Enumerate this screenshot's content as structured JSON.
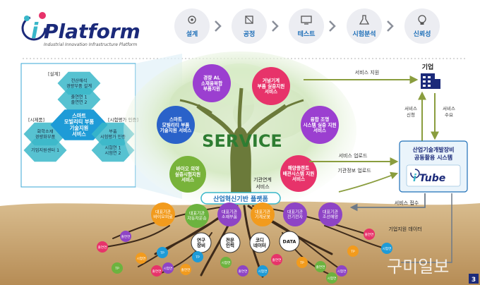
{
  "logo": {
    "brand": "Platform",
    "letter": "i",
    "subtitle": "Industrial Innovation Infrastructure Platform"
  },
  "process_steps": [
    "설계",
    "공정",
    "테스트",
    "시험분석",
    "신뢰성"
  ],
  "left_panel": {
    "tags": {
      "design": "[설계]",
      "material": "[시제품]",
      "test": "[시험평가 인증]"
    },
    "hexes": [
      {
        "lines": [
          "전산해석",
          "경량부품 설계"
        ]
      },
      {
        "lines": [
          "출연연 1",
          "출연연 2"
        ]
      },
      {
        "lines": [
          "화학소재",
          "경량화부품"
        ]
      },
      {
        "lines": [
          "스마트",
          "모빌리티 부품",
          "기술지원",
          "서비스"
        ]
      },
      {
        "lines": [
          "부품",
          "시험평가 인증"
        ]
      },
      {
        "lines": [
          "기업지원센터 1"
        ]
      },
      {
        "lines": [
          "시험연 1",
          "시험연 2"
        ]
      }
    ]
  },
  "service_circles": [
    {
      "lines": [
        "경량 AL",
        "소재융복합",
        "부품지원"
      ]
    },
    {
      "lines": [
        "거널기계",
        "부품 실증지원",
        "서비스"
      ]
    },
    {
      "lines": [
        "스마트",
        "모빌리티 부품",
        "기술지원 서비스"
      ]
    },
    {
      "lines": [
        "융합 조명",
        "시스템 실증 지원",
        "서비스"
      ]
    },
    {
      "lines": [
        "바이오 의약",
        "실증시험지원",
        "서비스"
      ]
    },
    {
      "lines": [
        "해양플랜트",
        "배관시스템 지원",
        "서비스"
      ]
    }
  ],
  "tree": {
    "service_label": "SERVICE",
    "link_service": [
      "기관연계",
      "서비스"
    ],
    "platform_banner": "산업혁신기반 플랫폼"
  },
  "root_circles": [
    {
      "lines": [
        "대표기관",
        "바이오의료"
      ]
    },
    {
      "lines": [
        "대표기관",
        "자동차운송"
      ]
    },
    {
      "lines": [
        "대표기관",
        "소재부품"
      ]
    },
    {
      "lines": [
        "대표기관",
        "기계로봇"
      ]
    },
    {
      "lines": [
        "대표기관",
        "전기전자"
      ]
    },
    {
      "lines": [
        "대표기관",
        "조선해양"
      ]
    }
  ],
  "data_nodes": [
    {
      "lines": [
        "연구",
        "장비"
      ]
    },
    {
      "lines": [
        "전문",
        "인력"
      ]
    },
    {
      "lines": [
        "코디",
        "네이터"
      ]
    },
    {
      "lines": [
        "DATA"
      ]
    }
  ],
  "small_nodes": [
    "출연연",
    "출연연",
    "TP",
    "시험연",
    "TP",
    "시험연",
    "출연연",
    "TP",
    "출연연",
    "시험연",
    "출연연",
    "출연연",
    "시험연",
    "TP",
    "출연연",
    "시험연",
    "출연연",
    "시험연",
    "TP",
    "시험연"
  ],
  "right": {
    "company": "기업",
    "service_support": "서비스 지원",
    "service_request": [
      "서비스",
      "신청"
    ],
    "service_demand": [
      "서비스",
      "수요"
    ],
    "itube_title": [
      "산업기술개발장비",
      "공동활용 시스템"
    ],
    "itube_brand": "Tube",
    "itube_letter": "i",
    "service_upload": "서비스 업로드",
    "org_info_upload": "기관정보 업로드",
    "service_access": "서비스 접수",
    "company_support_data": "기업지원 데이터"
  },
  "watermark": "구미일보",
  "page_number": "3",
  "colors": {
    "navy": "#1b2a7a",
    "teal_hex": "#39b7c9",
    "hex_center": "#1e9bd7",
    "circle_purple": "#9b3fd0",
    "circle_pink": "#e7336a",
    "circle_blue": "#2a62c9",
    "circle_green": "#78b33a",
    "tree_green": "#2e7d32",
    "soil": "#c9a777",
    "root_orange": "#f29b1d",
    "root_green": "#6cb33f",
    "root_purple": "#8e44c5",
    "arrow_olive": "#8a9d3e"
  }
}
